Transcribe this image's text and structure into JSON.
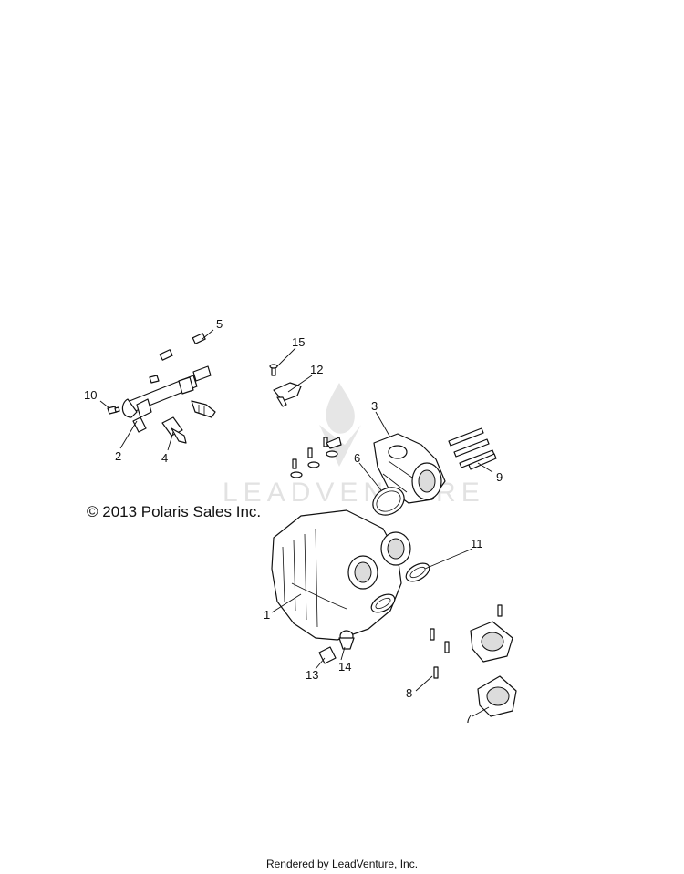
{
  "copyright": "© 2013 Polaris Sales Inc.",
  "footer": "Rendered by LeadVenture, Inc.",
  "watermark": {
    "text": "LEADVENTURE"
  },
  "callouts": {
    "c1": "1",
    "c2": "2",
    "c3": "3",
    "c4": "4",
    "c5": "5",
    "c6": "6",
    "c7": "7",
    "c8": "8",
    "c9": "9",
    "c10": "10",
    "c11": "11",
    "c12": "12",
    "c13": "13",
    "c14": "14",
    "c15": "15"
  },
  "colors": {
    "line": "#111111",
    "background": "#ffffff",
    "watermark": "#e2e2e2"
  }
}
